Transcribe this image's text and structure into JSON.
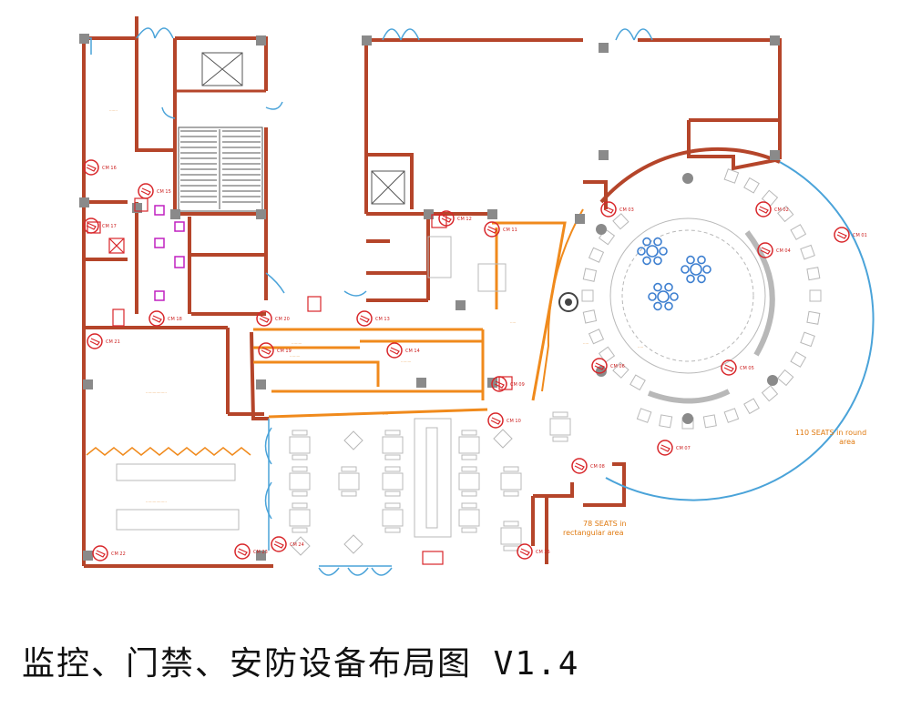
{
  "caption": "监控、门禁、安防设备布局图 V1.4",
  "annotations": {
    "round_area": "110 SEATS in round area",
    "rect_area": "78 SEATS in rectangular area"
  },
  "colors": {
    "wall": "#b5452a",
    "orange_line": "#f08a1c",
    "column": "#8a8a8a",
    "camera": "#d8262a",
    "furniture": "#b8b8b8",
    "glazing": "#4aa3d9",
    "access_device": "#c020c0",
    "chairs_blue": "#3d7fd0"
  },
  "cameras": [
    {
      "id": "c01",
      "label": "CM 01"
    },
    {
      "id": "c02",
      "label": "CM 02"
    },
    {
      "id": "c03",
      "label": "CM 03"
    },
    {
      "id": "c04",
      "label": "CM 04"
    },
    {
      "id": "c05",
      "label": "CM 05"
    },
    {
      "id": "c06",
      "label": "CM 06"
    },
    {
      "id": "c07",
      "label": "CM 07"
    },
    {
      "id": "c08",
      "label": "CM 08"
    },
    {
      "id": "c09",
      "label": "CM 09"
    },
    {
      "id": "c10",
      "label": "CM 10"
    },
    {
      "id": "c11",
      "label": "CM 11"
    },
    {
      "id": "c12",
      "label": "CM 12"
    },
    {
      "id": "c13",
      "label": "CM 13"
    },
    {
      "id": "c14",
      "label": "CM 14"
    },
    {
      "id": "c15",
      "label": "CM 15"
    },
    {
      "id": "c16",
      "label": "CM 16"
    },
    {
      "id": "c17",
      "label": "CM 17"
    },
    {
      "id": "c18",
      "label": "CM 18"
    },
    {
      "id": "c19",
      "label": "CM 19"
    },
    {
      "id": "c20",
      "label": "CM 20"
    },
    {
      "id": "c21",
      "label": "CM 21"
    },
    {
      "id": "c22",
      "label": "CM 22"
    },
    {
      "id": "c23",
      "label": "CM 23"
    },
    {
      "id": "c24",
      "label": "CM 24"
    },
    {
      "id": "c25",
      "label": "CM 25"
    }
  ]
}
